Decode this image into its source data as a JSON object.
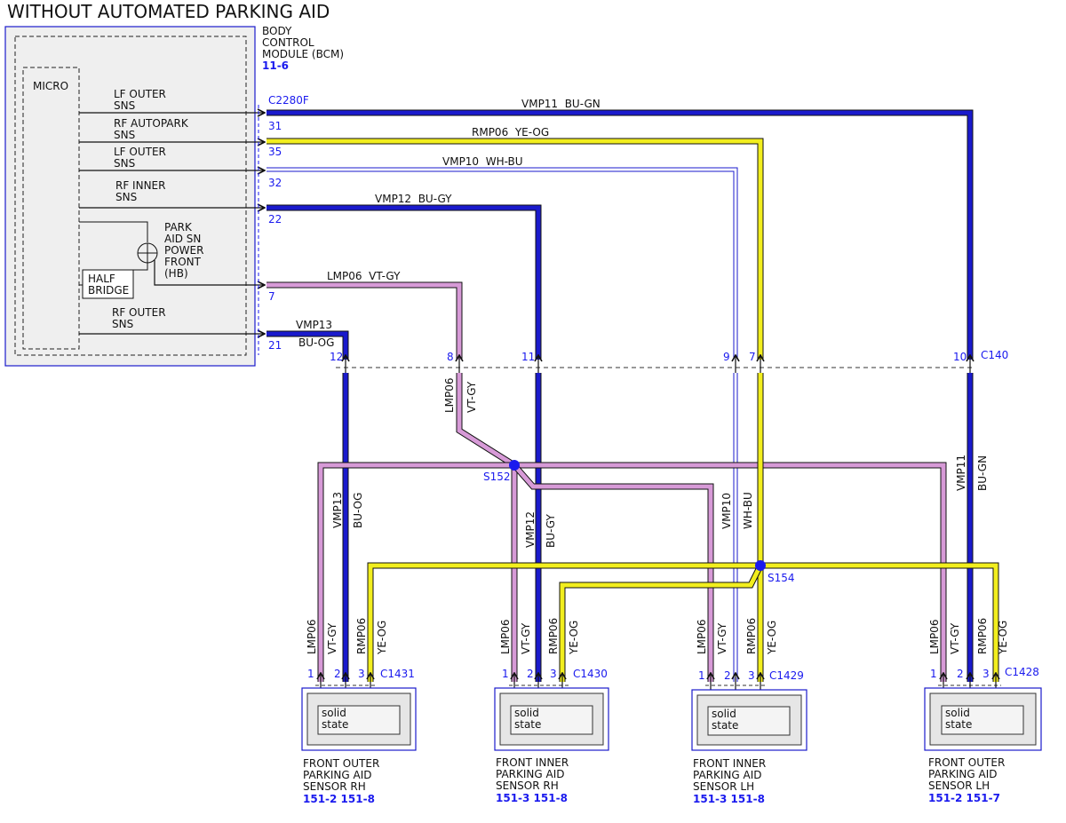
{
  "title": "WITHOUT AUTOMATED PARKING AID",
  "colors": {
    "blue_wire": "#1a1acc",
    "yellow_wire": "#f2ee1e",
    "violet_wire": "#d79ad7",
    "white_wire": "#c9c9ef",
    "module_fill": "#efefef",
    "link_blue": "#1a1aee"
  },
  "bcm": {
    "name_lines": [
      "BODY",
      "CONTROL",
      "MODULE (BCM)"
    ],
    "ref": "11-6",
    "connector": "C2280F",
    "micro": "MICRO",
    "half_bridge_lines": [
      "HALF",
      "BRIDGE"
    ],
    "power_lines": [
      "PARK",
      "AID SN",
      "POWER",
      "FRONT",
      "(HB)"
    ],
    "inputs": [
      {
        "lines": [
          "LF OUTER",
          "SNS"
        ],
        "pin": "31"
      },
      {
        "lines": [
          "RF AUTOPARK",
          "SNS"
        ],
        "pin": "35"
      },
      {
        "lines": [
          "LF OUTER",
          "SNS"
        ],
        "pin": "32"
      },
      {
        "lines": [
          "RF INNER",
          "SNS"
        ],
        "pin": "22"
      },
      {
        "lines": [],
        "pin": "7"
      },
      {
        "lines": [
          "RF OUTER",
          "SNS"
        ],
        "pin": "21"
      }
    ]
  },
  "wire_labels": {
    "vmp11": "VMP11  BU-GN",
    "rmp06": "RMP06  YE-OG",
    "vmp10": "VMP10  WH-BU",
    "vmp12": "VMP12  BU-GY",
    "lmp06": "LMP06  VT-GY",
    "vmp13": "VMP13",
    "bu_og": "BU-OG"
  },
  "c140": {
    "name": "C140",
    "pins": [
      "12",
      "8",
      "11",
      "9",
      "7",
      "10"
    ]
  },
  "vertical_labels": {
    "lmp06": "LMP06",
    "vt_gy": "VT-GY",
    "vmp13": "VMP13",
    "bu_og": "BU-OG",
    "vmp12": "VMP12",
    "bu_gy": "BU-GY",
    "vmp10": "VMP10",
    "wh_bu": "WH-BU",
    "vmp11": "VMP11",
    "bu_gn": "BU-GN",
    "rmp06": "RMP06",
    "ye_og": "YE-OG"
  },
  "splices": [
    "S152",
    "S154"
  ],
  "sensors": [
    {
      "connector": "C1431",
      "pins": [
        "1",
        "2",
        "3"
      ],
      "inner": [
        "solid",
        "state"
      ],
      "name_lines": [
        "FRONT OUTER",
        "PARKING AID",
        "SENSOR RH"
      ],
      "refs": "151-2 151-8"
    },
    {
      "connector": "C1430",
      "pins": [
        "1",
        "2",
        "3"
      ],
      "inner": [
        "solid",
        "state"
      ],
      "name_lines": [
        "FRONT INNER",
        "PARKING AID",
        "SENSOR RH"
      ],
      "refs": "151-3 151-8"
    },
    {
      "connector": "C1429",
      "pins": [
        "1",
        "2",
        "3"
      ],
      "inner": [
        "solid",
        "state"
      ],
      "name_lines": [
        "FRONT INNER",
        "PARKING AID",
        "SENSOR LH"
      ],
      "refs": "151-3 151-8"
    },
    {
      "connector": "C1428",
      "pins": [
        "1",
        "2",
        "3"
      ],
      "inner": [
        "solid",
        "state"
      ],
      "name_lines": [
        "FRONT OUTER",
        "PARKING AID",
        "SENSOR LH"
      ],
      "refs": "151-2 151-7"
    }
  ]
}
